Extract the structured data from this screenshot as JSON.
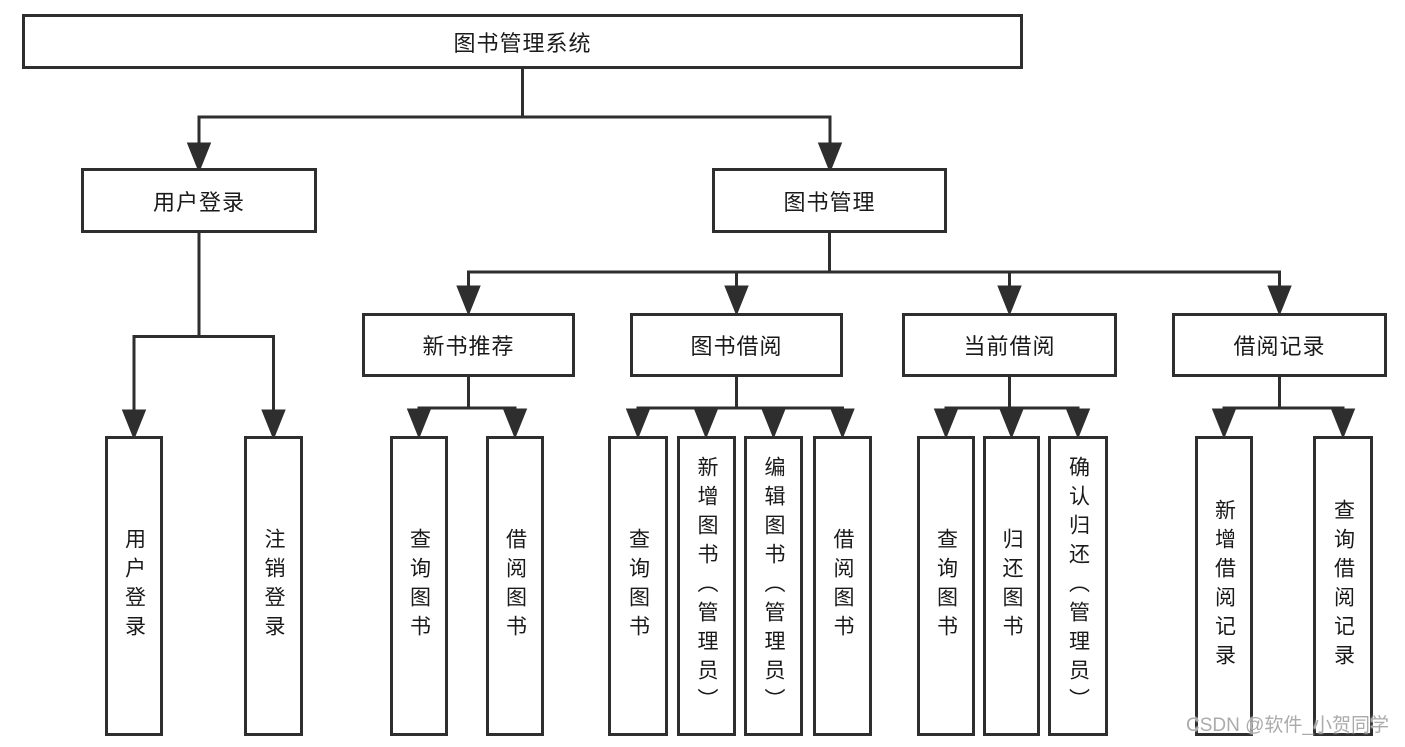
{
  "diagram": {
    "root": {
      "label": "图书管理系统"
    },
    "branches": [
      {
        "label": "用户登录",
        "children": [
          {
            "label": "用户登录"
          },
          {
            "label": "注销登录"
          }
        ]
      },
      {
        "label": "图书管理",
        "children": [
          {
            "label": "新书推荐",
            "children": [
              {
                "label": "查询图书"
              },
              {
                "label": "借阅图书"
              }
            ]
          },
          {
            "label": "图书借阅",
            "children": [
              {
                "label": "查询图书"
              },
              {
                "label": "新增图书（管理员）"
              },
              {
                "label": "编辑图书（管理员）"
              },
              {
                "label": "借阅图书"
              }
            ]
          },
          {
            "label": "当前借阅",
            "children": [
              {
                "label": "查询图书"
              },
              {
                "label": "归还图书"
              },
              {
                "label": "确认归还（管理员）"
              }
            ]
          },
          {
            "label": "借阅记录",
            "children": [
              {
                "label": "新增借阅记录"
              },
              {
                "label": "查询借阅记录"
              }
            ]
          }
        ]
      }
    ]
  },
  "watermark": {
    "text": "CSDN @软件_小贺同学"
  },
  "colors": {
    "line": "#2e2e2e",
    "text": "#1a1a1a",
    "watermark": "#ababab",
    "background": "#ffffff"
  }
}
